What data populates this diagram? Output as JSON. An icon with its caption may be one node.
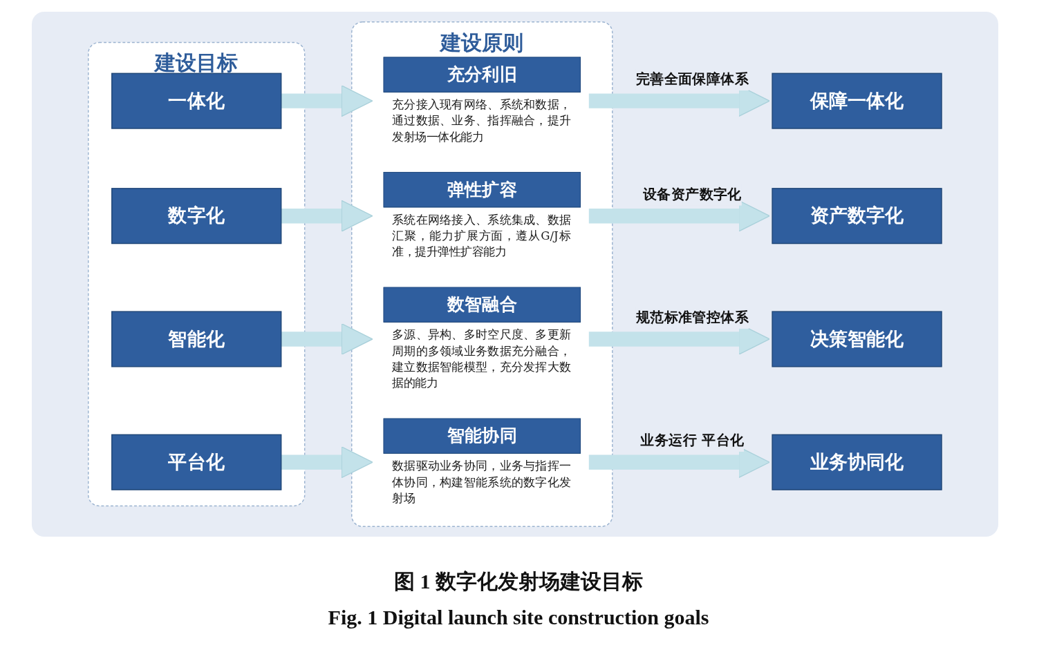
{
  "diagram": {
    "caption": "图 1 数字化发射场建设目标",
    "nodes": [
      {
        "text": [
          "建设目标"
        ]
      },
      {
        "text": [
          "一体化"
        ],
        "in": 0
      },
      {
        "text": [
          "数字化"
        ],
        "in": 0
      },
      {
        "text": [
          "智能化"
        ],
        "in": 0
      },
      {
        "text": [
          "平台化"
        ],
        "in": 0
      },
      {
        "text": [
          "建设原则"
        ]
      },
      {
        "text": [
          "充分利旧"
        ],
        "in": 5,
        "beside": [
          "充分接入现有网络、系统和数据，通过数据、业务、指挥融合，提升发射场一体化能力"
        ]
      },
      {
        "text": [
          "弹性扩容"
        ],
        "in": 5,
        "beside": [
          "系统在网络接入、系统集成、数据汇聚，能力扩展方面，遵从G/J标准，提升弹性扩容能力"
        ]
      },
      {
        "text": [
          "数智融合"
        ],
        "in": 5,
        "beside": [
          "多源、异构、多时空尺度、多更新周期的多领域业务数据充分融合，建立数据智能模型，充分发挥大数据的能力"
        ]
      },
      {
        "text": [
          "智能协同"
        ],
        "in": 5,
        "beside": [
          "数据驱动业务协同，业务与指挥一体协同，构建智能系统的数字化发射场"
        ]
      },
      {
        "text": [
          "保障一体化"
        ]
      },
      {
        "text": [
          "资产数字化"
        ]
      },
      {
        "text": [
          "决策智能化"
        ]
      },
      {
        "text": [
          "业务协同化"
        ]
      }
    ],
    "edges": [
      {
        "from": 1,
        "to": 6,
        "arrow": "to"
      },
      {
        "from": 2,
        "to": 7,
        "arrow": "to"
      },
      {
        "from": 3,
        "to": 8,
        "arrow": "to"
      },
      {
        "from": 4,
        "to": 9,
        "arrow": "to"
      },
      {
        "from": 6,
        "to": 10,
        "arrow": "to",
        "label": "完善全面保障体系"
      },
      {
        "from": 7,
        "to": 11,
        "arrow": "to",
        "label": "设备资产数字化"
      },
      {
        "from": 8,
        "to": 12,
        "arrow": "to",
        "label": "规范标准管控体系"
      },
      {
        "from": 9,
        "to": 13,
        "arrow": "to",
        "label": "业务运行 平台化"
      }
    ],
    "labels": [
      "Fig. 1 Digital launch site construction goals"
    ]
  }
}
